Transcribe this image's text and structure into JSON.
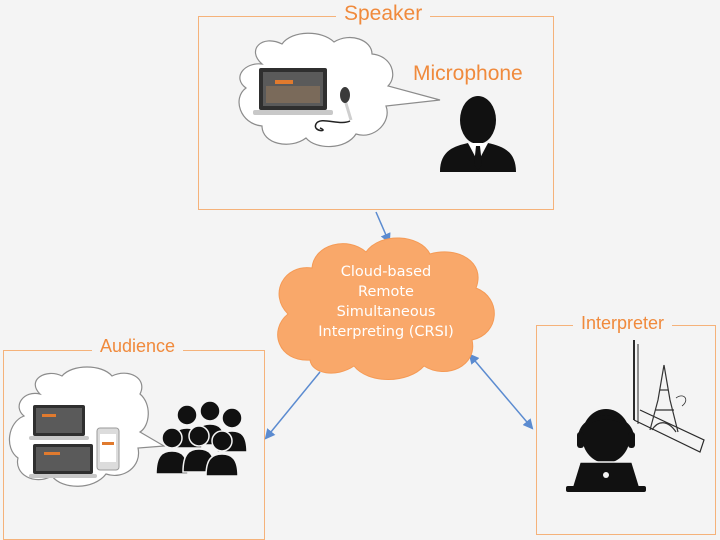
{
  "speaker": {
    "title": "Speaker",
    "microphone_label": "Microphone"
  },
  "hub": {
    "lines": [
      "Cloud-based",
      "Remote",
      "Simultaneous",
      "Interpreting (CRSI)"
    ]
  },
  "audience": {
    "title": "Audience"
  },
  "interpreter": {
    "title": "Interpreter"
  },
  "colors": {
    "accent": "#f08a3c",
    "frame": "#f5b27a",
    "cloud": "#f9a86a",
    "arrow": "#5b8bd0",
    "figure": "#111111"
  },
  "icons": [
    "laptop-icon",
    "microphone-icon",
    "speaker-person-icon",
    "laptop-icon",
    "smartphone-icon",
    "audience-group-icon",
    "interpreter-headset-icon",
    "eiffel-tower-icon"
  ]
}
